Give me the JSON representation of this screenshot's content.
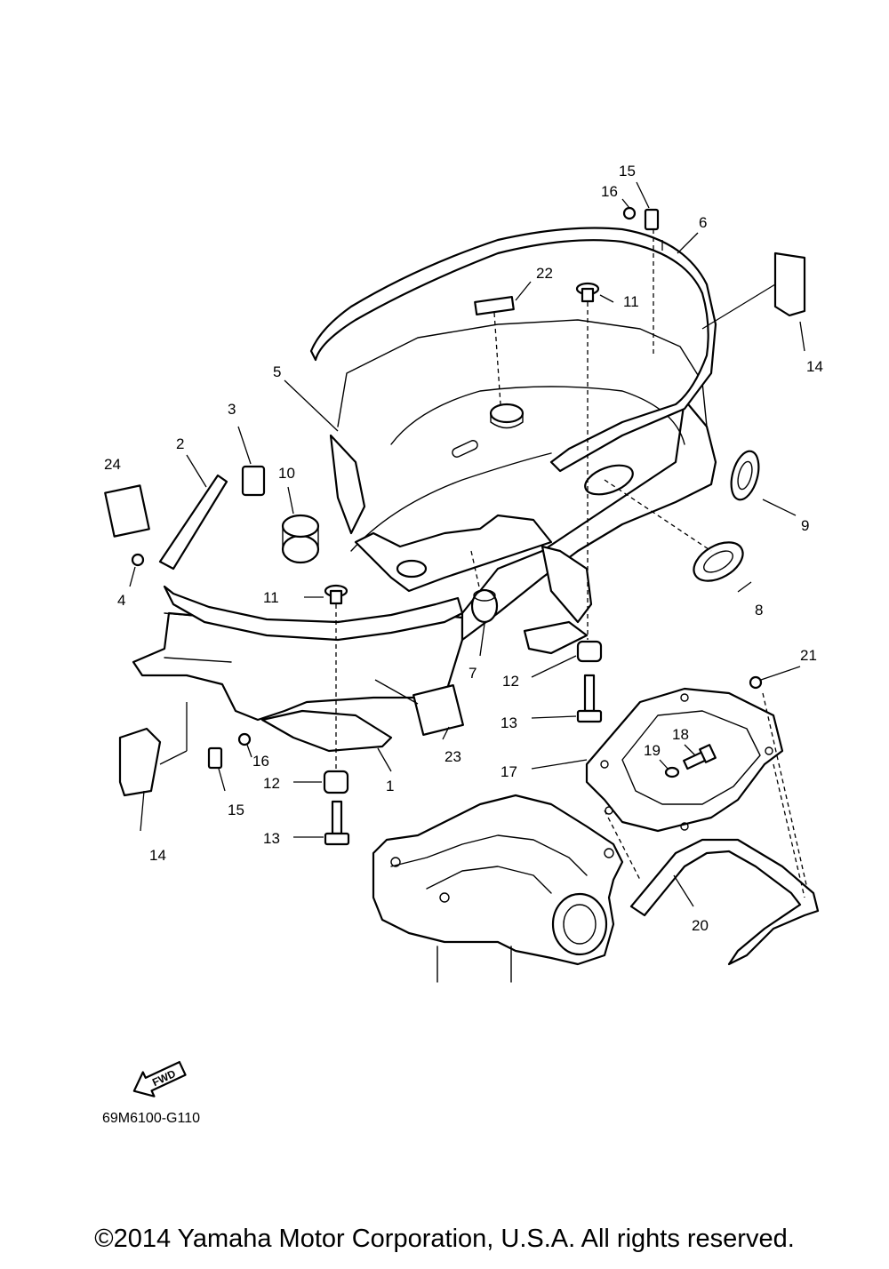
{
  "diagram": {
    "part_labels": [
      "1",
      "2",
      "3",
      "4",
      "5",
      "6",
      "7",
      "8",
      "9",
      "10",
      "11",
      "12",
      "13",
      "14",
      "15",
      "16",
      "17",
      "18",
      "19",
      "20",
      "21",
      "22",
      "23",
      "24"
    ],
    "extra_labels": {
      "l11b": "11",
      "l12b": "12",
      "l13b": "13",
      "l14b": "14",
      "l15b": "15",
      "l16b": "16"
    },
    "fwd_arrow_text": "FWD",
    "diagram_code": "69M6100-G110"
  },
  "footer": {
    "copyright": "©2014 Yamaha Motor Corporation, U.S.A. All rights reserved."
  }
}
